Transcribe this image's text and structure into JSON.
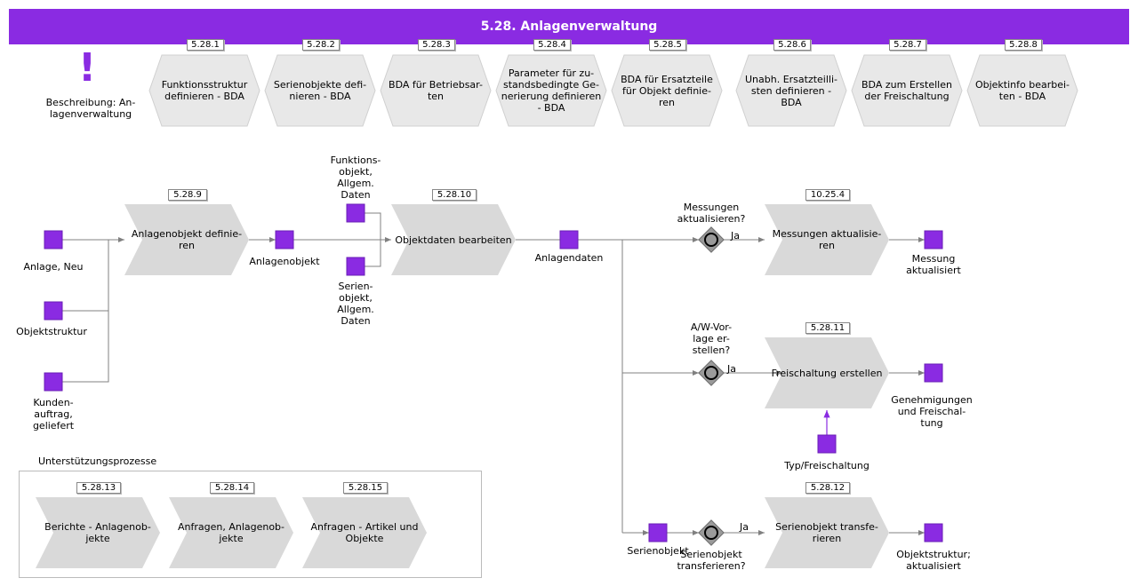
{
  "banner": {
    "title": "5.28. Anlagenverwaltung"
  },
  "description": {
    "label": "Beschreibung: An-\nlagenverwaltung",
    "icon": "exclamation-icon"
  },
  "top_processes": [
    {
      "id": "5.28.1",
      "label": "Funktionsstruktur\ndefinieren - BDA"
    },
    {
      "id": "5.28.2",
      "label": "Serienobjekte defi-\nnieren - BDA"
    },
    {
      "id": "5.28.3",
      "label": "BDA für Betriebsar-\nten"
    },
    {
      "id": "5.28.4",
      "label": "Parameter für zu-\nstandsbedingte Ge-\nnerierung definieren\n- BDA"
    },
    {
      "id": "5.28.5",
      "label": "BDA für Ersatzteile\nfür Objekt definie-\nren"
    },
    {
      "id": "5.28.6",
      "label": "Unabh. Ersatzteilli-\nsten  definieren -\nBDA"
    },
    {
      "id": "5.28.7",
      "label": "BDA zum Erstellen\nder Freischaltung"
    },
    {
      "id": "5.28.8",
      "label": "Objektinfo bearbei-\nten - BDA"
    }
  ],
  "processes": {
    "p1": {
      "id": "5.28.9",
      "label": "Anlagenobjekt definie-\nren"
    },
    "p2": {
      "id": "5.28.10",
      "label": "Objektdaten bearbeiten"
    },
    "p3": {
      "id": "10.25.4",
      "label": "Messungen aktualisie-\nren"
    },
    "p4": {
      "id": "5.28.11",
      "label": "Freischaltung erstellen"
    },
    "p5": {
      "id": "5.28.12",
      "label": "Serienobjekt transfe-\nrieren"
    }
  },
  "objects": {
    "anlage_neu": "Anlage, Neu",
    "objektstruktur": "Objektstruktur",
    "kundenauftrag": "Kunden-\nauftrag,\ngeliefert",
    "anlagenobjekt": "Anlagenobjekt",
    "funktionsobjekt": "Funktions-\nobjekt,\nAllgem.\nDaten",
    "serienobjekt_allg": "Serien-\nobjekt,\nAllgem.\nDaten",
    "anlagendaten": "Anlagendaten",
    "messung_akt": "Messung\naktualisiert",
    "genehmigungen": "Genehmigungen\nund Freischal-\ntung",
    "typ_freischaltung": "Typ/Freischaltung",
    "serienobjekt": "Serienobjekt",
    "objektstruktur_akt": "Objektstruktur;\naktualisiert"
  },
  "decisions": {
    "d1": {
      "question": "Messungen\naktualisieren?",
      "answer": "Ja"
    },
    "d2": {
      "question": "A/W-Vor-\nlage er-\nstellen?",
      "answer": "Ja"
    },
    "d3": {
      "question": "Serienobjekt\ntransferieren?",
      "answer": "Ja"
    }
  },
  "support": {
    "title": "Unterstützungsprozesse",
    "items": [
      {
        "id": "5.28.13",
        "label": "Berichte -  Anlagenob-\njekte"
      },
      {
        "id": "5.28.14",
        "label": "Anfragen, Anlagenob-\njekte"
      },
      {
        "id": "5.28.15",
        "label": "Anfragen -  Artikel und\nObjekte"
      }
    ]
  },
  "colors": {
    "banner": "#8a2be2",
    "object": "#8a2be2",
    "shape": "#d9d9d9",
    "hex": "#e6e6e6",
    "line": "#808080"
  }
}
